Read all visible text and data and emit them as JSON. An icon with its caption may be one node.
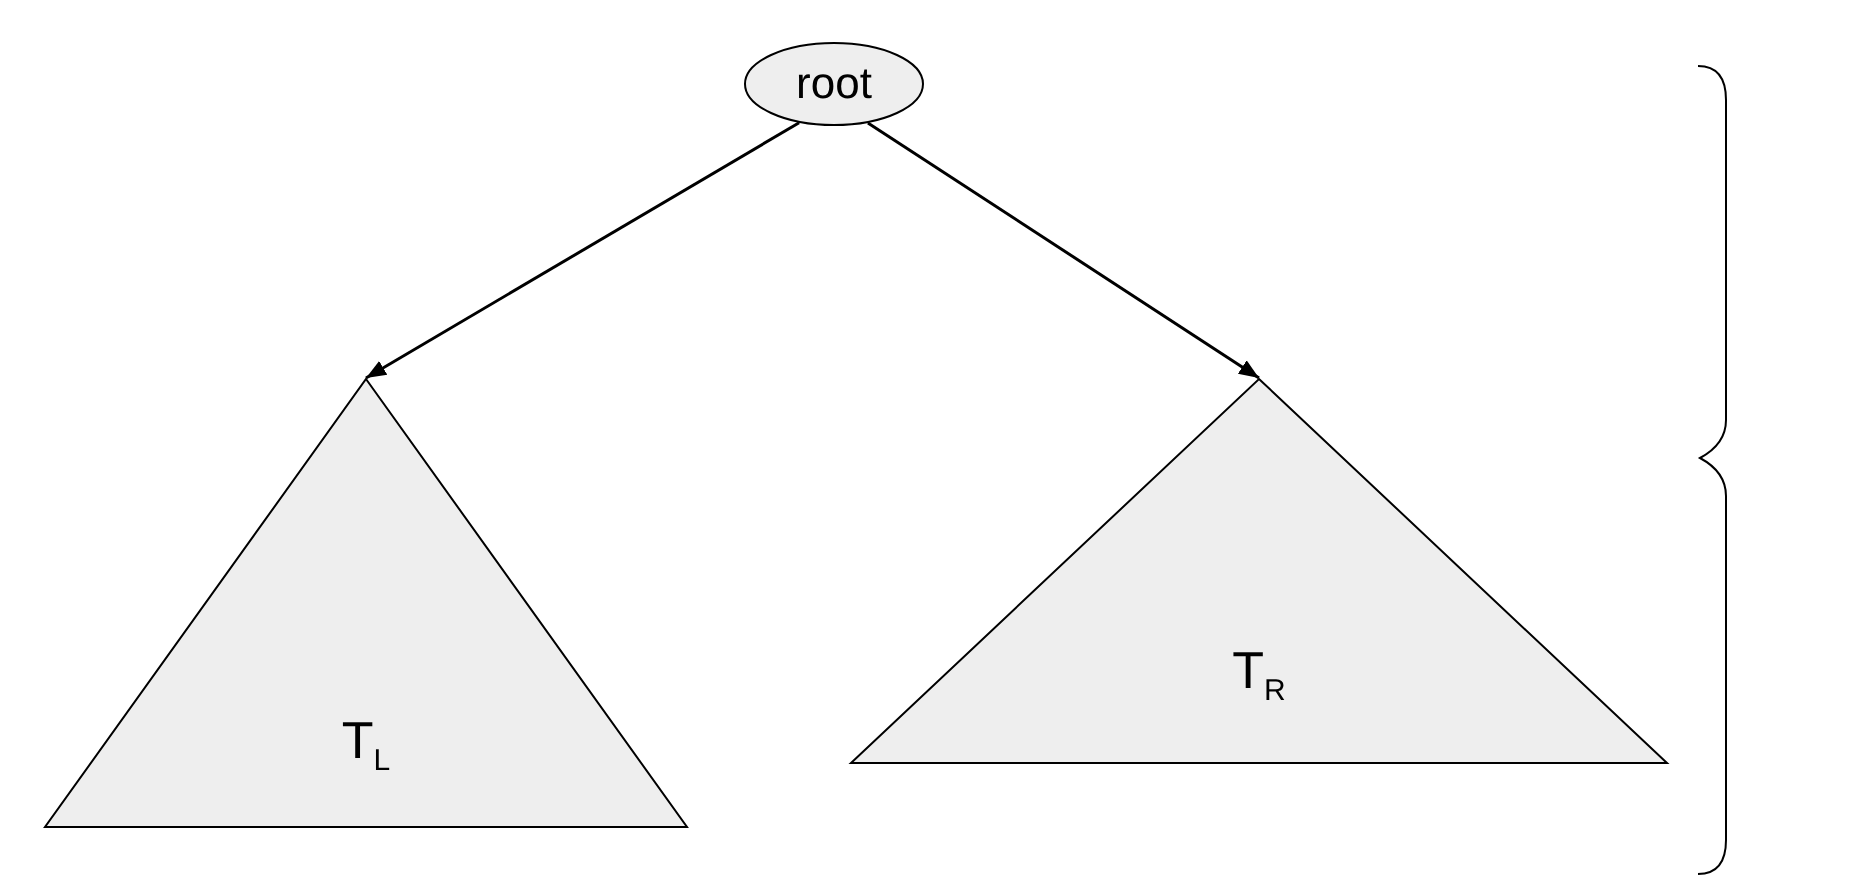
{
  "diagram": {
    "nodes": [
      {
        "text": [
          "root"
        ]
      },
      {
        "text": [
          "T$_{L}$"
        ]
      },
      {
        "text": [
          "T$_{R}$"
        ]
      }
    ],
    "edges": [
      {
        "from": 0,
        "to": 1,
        "arrow": "to"
      },
      {
        "from": 0,
        "to": 2,
        "arrow": "to"
      }
    ]
  }
}
